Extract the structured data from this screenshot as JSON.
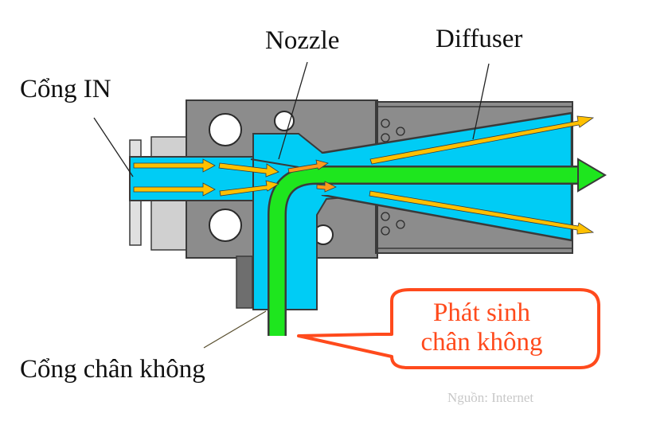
{
  "diagram": {
    "title": "Ejector vacuum generator cross-section",
    "labels": {
      "nozzle": "Nozzle",
      "diffuser": "Diffuser",
      "inlet_port": "Cổng IN",
      "vacuum_port": "Cổng chân không"
    },
    "callout": {
      "line1": "Phát sinh",
      "line2": "chân không"
    },
    "source": "Nguồn: Internet",
    "colors": {
      "body_gray": "#8c8c8c",
      "body_dark": "#3a3a3a",
      "light_gray": "#d4d4d4",
      "air_flow": "#00ccf5",
      "vacuum_flow": "#1ee61e",
      "arrow": "#ffc000",
      "arrow_orange": "#ff9a1a",
      "callout": "#ff4a1c"
    }
  }
}
